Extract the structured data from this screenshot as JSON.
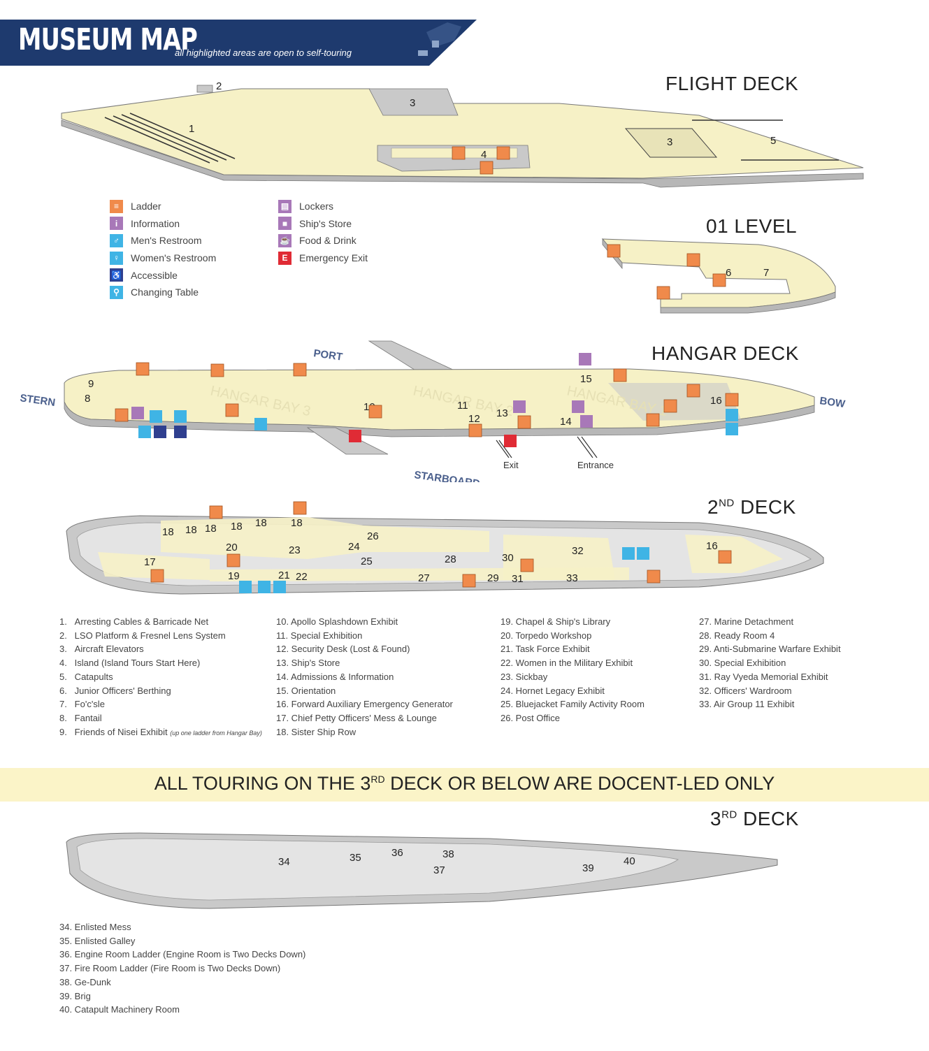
{
  "header": {
    "title": "MUSEUM MAP",
    "subtitle": "all highlighted areas are open to self-touring"
  },
  "decks": {
    "flight": {
      "title": "FLIGHT DECK"
    },
    "level01": {
      "title": "01 LEVEL"
    },
    "hangar": {
      "title": "HANGAR DECK"
    },
    "second": {
      "title_main": "2",
      "title_sup": "ND",
      "title_rest": " DECK"
    },
    "third": {
      "title_main": "3",
      "title_sup": "RD",
      "title_rest": " DECK"
    }
  },
  "hangar_labels": {
    "port": "PORT",
    "starboard": "STARBOARD",
    "stern": "STERN",
    "bow": "BOW",
    "bay3": "HANGAR BAY 3",
    "bay2": "HANGAR BAY 2",
    "bay1": "HANGAR BAY 1",
    "exit": "Exit",
    "entrance": "Entrance"
  },
  "legend_left": [
    {
      "icon": "ladder-icon",
      "color": "#f08a4b",
      "label": "Ladder"
    },
    {
      "icon": "information-icon",
      "color": "#a878b8",
      "label": "Information"
    },
    {
      "icon": "mens-restroom-icon",
      "color": "#3fb4e5",
      "label": "Men's Restroom"
    },
    {
      "icon": "womens-restroom-icon",
      "color": "#3fb4e5",
      "label": "Women's Restroom"
    },
    {
      "icon": "accessible-icon",
      "color": "#2f3f8f",
      "label": "Accessible"
    },
    {
      "icon": "changing-table-icon",
      "color": "#3fb4e5",
      "label": "Changing Table"
    }
  ],
  "legend_right": [
    {
      "icon": "lockers-icon",
      "color": "#a878b8",
      "label": "Lockers"
    },
    {
      "icon": "ships-store-icon",
      "color": "#a878b8",
      "label": "Ship's Store"
    },
    {
      "icon": "food-drink-icon",
      "color": "#a878b8",
      "label": "Food & Drink"
    },
    {
      "icon": "emergency-exit-icon",
      "color": "#e02b35",
      "label": "Emergency Exit"
    }
  ],
  "locations_col1": [
    "1.   Arresting Cables & Barricade Net",
    "2.   LSO Platform & Fresnel Lens System",
    "3.   Aircraft Elevators",
    "4.   Island (Island Tours Start Here)",
    "5.   Catapults",
    "6.   Junior Officers' Berthing",
    "7.   Fo'c'sle",
    "8.   Fantail",
    "9.   Friends of Nisei Exhibit"
  ],
  "loc9_note": "(up one ladder from Hangar Bay)",
  "locations_col2": [
    "10. Apollo Splashdown Exhibit",
    "11. Special Exhibition",
    "12. Security Desk (Lost & Found)",
    "13. Ship's Store",
    "14. Admissions & Information",
    "15. Orientation",
    "16. Forward Auxiliary Emergency Generator",
    "17. Chief Petty Officers' Mess & Lounge",
    "18. Sister Ship Row"
  ],
  "locations_col3": [
    "19. Chapel & Ship's Library",
    "20. Torpedo Workshop",
    "21. Task Force Exhibit",
    "22. Women in the Military Exhibit",
    "23. Sickbay",
    "24. Hornet Legacy Exhibit",
    "25. Bluejacket Family Activity Room",
    "26. Post Office"
  ],
  "locations_col4": [
    "27. Marine Detachment",
    "28. Ready Room 4",
    "29. Anti-Submarine Warfare Exhibit",
    "30. Special Exhibition",
    "31. Ray Vyeda Memorial Exhibit",
    "32. Officers' Wardroom",
    "33. Air Group 11 Exhibit"
  ],
  "notice": {
    "pre": "ALL TOURING ON THE 3",
    "sup": "RD",
    "post": " DECK OR BELOW ARE DOCENT-LED ONLY"
  },
  "locations_third": [
    "34. Enlisted Mess",
    "35. Enlisted Galley",
    "36. Engine Room Ladder (Engine Room is Two Decks Down)",
    "37. Fire Room Ladder (Fire Room is Two Decks Down)",
    "38. Ge-Dunk",
    "39. Brig",
    "40. Catapult Machinery Room"
  ],
  "colors": {
    "banner": "#1e3a6e",
    "deck_fill": "#f6f1c6",
    "gray_fill": "#c9c9c9",
    "ladder": "#f08a4b",
    "info": "#a878b8",
    "restroom": "#3fb4e5",
    "accessible": "#2f3f8f",
    "emergency": "#e02b35",
    "notice_band": "#fbf4c8"
  },
  "map_numbers": {
    "flight": [
      "1",
      "2",
      "3",
      "3",
      "4",
      "5"
    ],
    "level01": [
      "6",
      "7"
    ],
    "hangar": [
      "9",
      "8",
      "10",
      "11",
      "12",
      "13",
      "14",
      "15",
      "16"
    ],
    "second": [
      "18",
      "18",
      "18",
      "18",
      "18",
      "18",
      "17",
      "20",
      "19",
      "21",
      "22",
      "23",
      "24",
      "25",
      "26",
      "27",
      "28",
      "29",
      "30",
      "31",
      "32",
      "33",
      "16"
    ],
    "third": [
      "34",
      "35",
      "36",
      "37",
      "38",
      "39",
      "40"
    ]
  }
}
